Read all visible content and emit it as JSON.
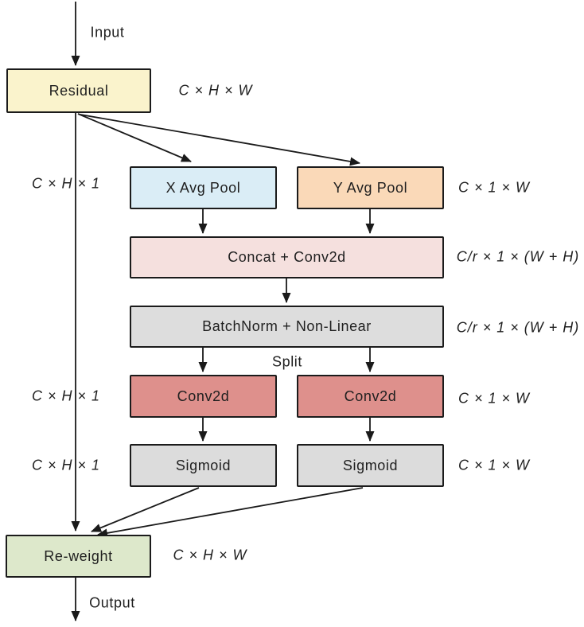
{
  "diagram": {
    "type": "flowchart",
    "flow_labels": {
      "input": "Input",
      "split": "Split",
      "output": "Output"
    },
    "nodes": {
      "residual": {
        "label": "Residual",
        "fill": "#faf3cc"
      },
      "x_avg_pool": {
        "label": "X Avg Pool",
        "fill": "#daedf6"
      },
      "y_avg_pool": {
        "label": "Y Avg Pool",
        "fill": "#fad9b8"
      },
      "concat_conv2d": {
        "label": "Concat + Conv2d",
        "fill": "#f5e0de"
      },
      "batchnorm": {
        "label": "BatchNorm + Non-Linear",
        "fill": "#dddddd"
      },
      "conv2d_left": {
        "label": "Conv2d",
        "fill": "#de908c"
      },
      "conv2d_right": {
        "label": "Conv2d",
        "fill": "#de908c"
      },
      "sigmoid_left": {
        "label": "Sigmoid",
        "fill": "#dcdcdc"
      },
      "sigmoid_right": {
        "label": "Sigmoid",
        "fill": "#dcdcdc"
      },
      "reweight": {
        "label": "Re-weight",
        "fill": "#dde8cb"
      }
    },
    "dimension_labels": {
      "residual_out": "C × H × W",
      "x_branch_pool": "C × H × 1",
      "y_branch_pool": "C × 1 × W",
      "concat_out": "C/r × 1 × (W + H)",
      "batchnorm_out": "C/r × 1 × (W + H)",
      "x_branch_conv": "C × H × 1",
      "y_branch_conv": "C × 1 × W",
      "x_branch_sigmoid": "C × H × 1",
      "y_branch_sigmoid": "C × 1 × W",
      "reweight_out": "C × H × W"
    },
    "line_color": "#1a1a1a"
  }
}
